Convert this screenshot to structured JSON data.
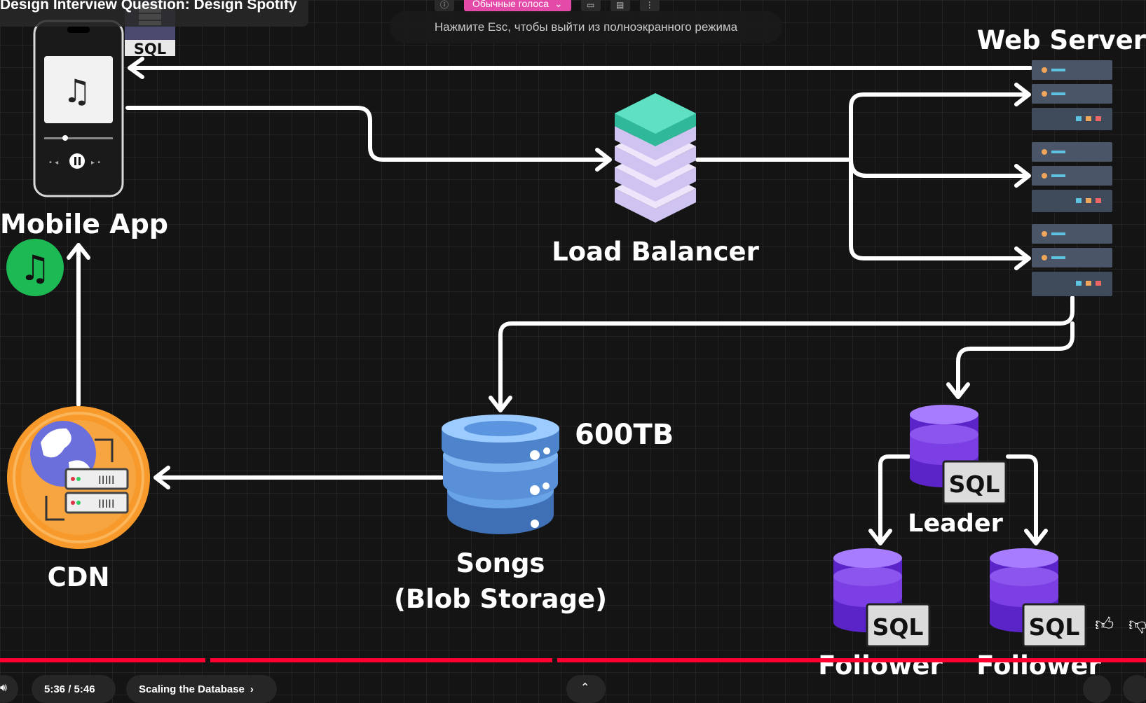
{
  "video": {
    "title": "Design Interview Question: Design Spotify",
    "fullscreen_hint": "Нажмите Esc, чтобы выйти из полноэкранного режима",
    "voice_button_label": "Обычные голоса",
    "time": "5:36 / 5:46",
    "chapter": "Scaling the Database"
  },
  "diagram": {
    "mobile_app_label": "Mobile App",
    "sql_label": "SQL",
    "load_balancer_label": "Load Balancer",
    "web_server_label": "Web Server",
    "songs_label": "Songs",
    "blob_label": "(Blob Storage)",
    "storage_size": "600TB",
    "cdn_label": "CDN",
    "leader_label": "Leader",
    "follower_label": "Follower"
  },
  "colors": {
    "background": "#141414",
    "arrow": "#ffffff",
    "server_body": "#4a5668",
    "lb_top": "#4fd1b5",
    "lb_layer": "#d9cdf7",
    "db_purple": "#7b3fe4",
    "blob_blue": "#6aa4e8",
    "cdn_orange": "#f79a2b",
    "spotify_green": "#1db954",
    "progress_red": "#ff0033"
  },
  "icons": [
    "music-note-icon",
    "spotify-icon",
    "globe-icon",
    "volume-icon",
    "chevron-right-icon",
    "chevron-up-icon",
    "thumbs-up-icon",
    "thumbs-down-icon",
    "more-icon",
    "info-icon"
  ]
}
